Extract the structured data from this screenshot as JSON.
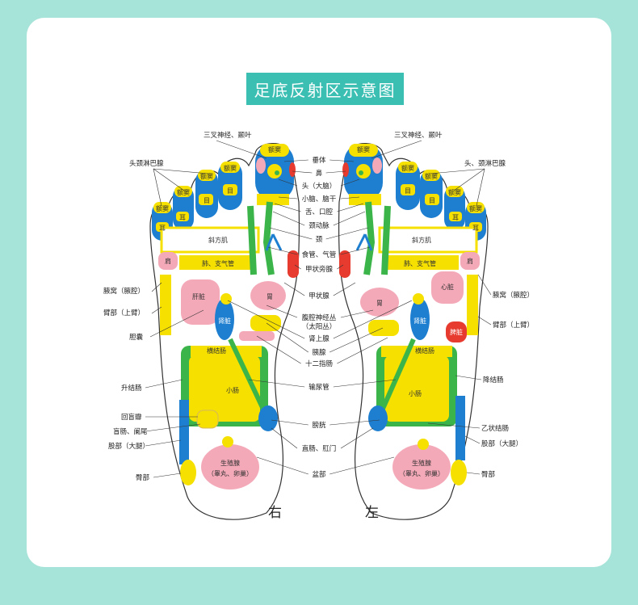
{
  "title": "足底反射区示意图",
  "sides": {
    "right": "右",
    "left": "左"
  },
  "center_labels": [
    "垂体",
    "鼻",
    "头（大脑）",
    "小脑、脑干",
    "舌、口腔",
    "颈动脉",
    "颈",
    "食管、气管",
    "甲状旁腺",
    "甲状腺",
    "腹腔神经丛",
    "（太阳丛）",
    "肾上腺",
    "胰腺",
    "十二指肠",
    "输尿管",
    "膀胱",
    "直肠、肛门",
    "盆部"
  ],
  "right_foot": {
    "outer_labels": {
      "trigeminal": "三叉神经、颞叶",
      "lymph": "头颈淋巴腺",
      "armpit": "腋窝（腋腔）",
      "upper_arm": "臂部（上臂）",
      "gallbladder": "胆囊",
      "ascending_colon": "升结肠",
      "ileocecal": "回盲瓣",
      "cecum": "盲肠、阑尾",
      "thigh": "股部（大腿）",
      "hip": "臀部"
    },
    "zone_labels": {
      "sinus": "额窦",
      "eye": "目",
      "ear": "耳",
      "trapezius": "斜方肌",
      "shoulder": "肩",
      "lung": "肺、支气管",
      "liver": "肝脏",
      "stomach": "胃",
      "kidney": "肾脏",
      "transverse_colon": "横结肠",
      "small_intestine": "小肠",
      "gonad_1": "生殖腺",
      "gonad_2": "（睾丸、卵巢）"
    }
  },
  "left_foot": {
    "outer_labels": {
      "trigeminal": "三叉神经、颞叶",
      "lymph": "头、颈淋巴腺",
      "armpit": "腋窝（腋腔）",
      "upper_arm": "臂部（上臂）",
      "descending_colon": "降结肠",
      "sigmoid_colon": "乙状结肠",
      "thigh": "股部（大腿）",
      "hip": "臀部"
    },
    "zone_labels": {
      "sinus": "额窦",
      "eye": "目",
      "ear": "耳",
      "trapezius": "斜方肌",
      "shoulder": "肩",
      "lung": "肺、支气管",
      "heart": "心脏",
      "spleen": "脾脏",
      "stomach": "胃",
      "kidney": "肾脏",
      "transverse_colon": "横结肠",
      "small_intestine": "小肠",
      "gonad_1": "生殖腺",
      "gonad_2": "（睾丸、卵巢）"
    }
  },
  "colors": {
    "background": "#a6e3d8",
    "banner": "#3bbfb3",
    "blue": "#1e7fd1",
    "yellow": "#f5e000",
    "green": "#3bb54a",
    "pink": "#f4a9b8",
    "red": "#e63b2e"
  }
}
